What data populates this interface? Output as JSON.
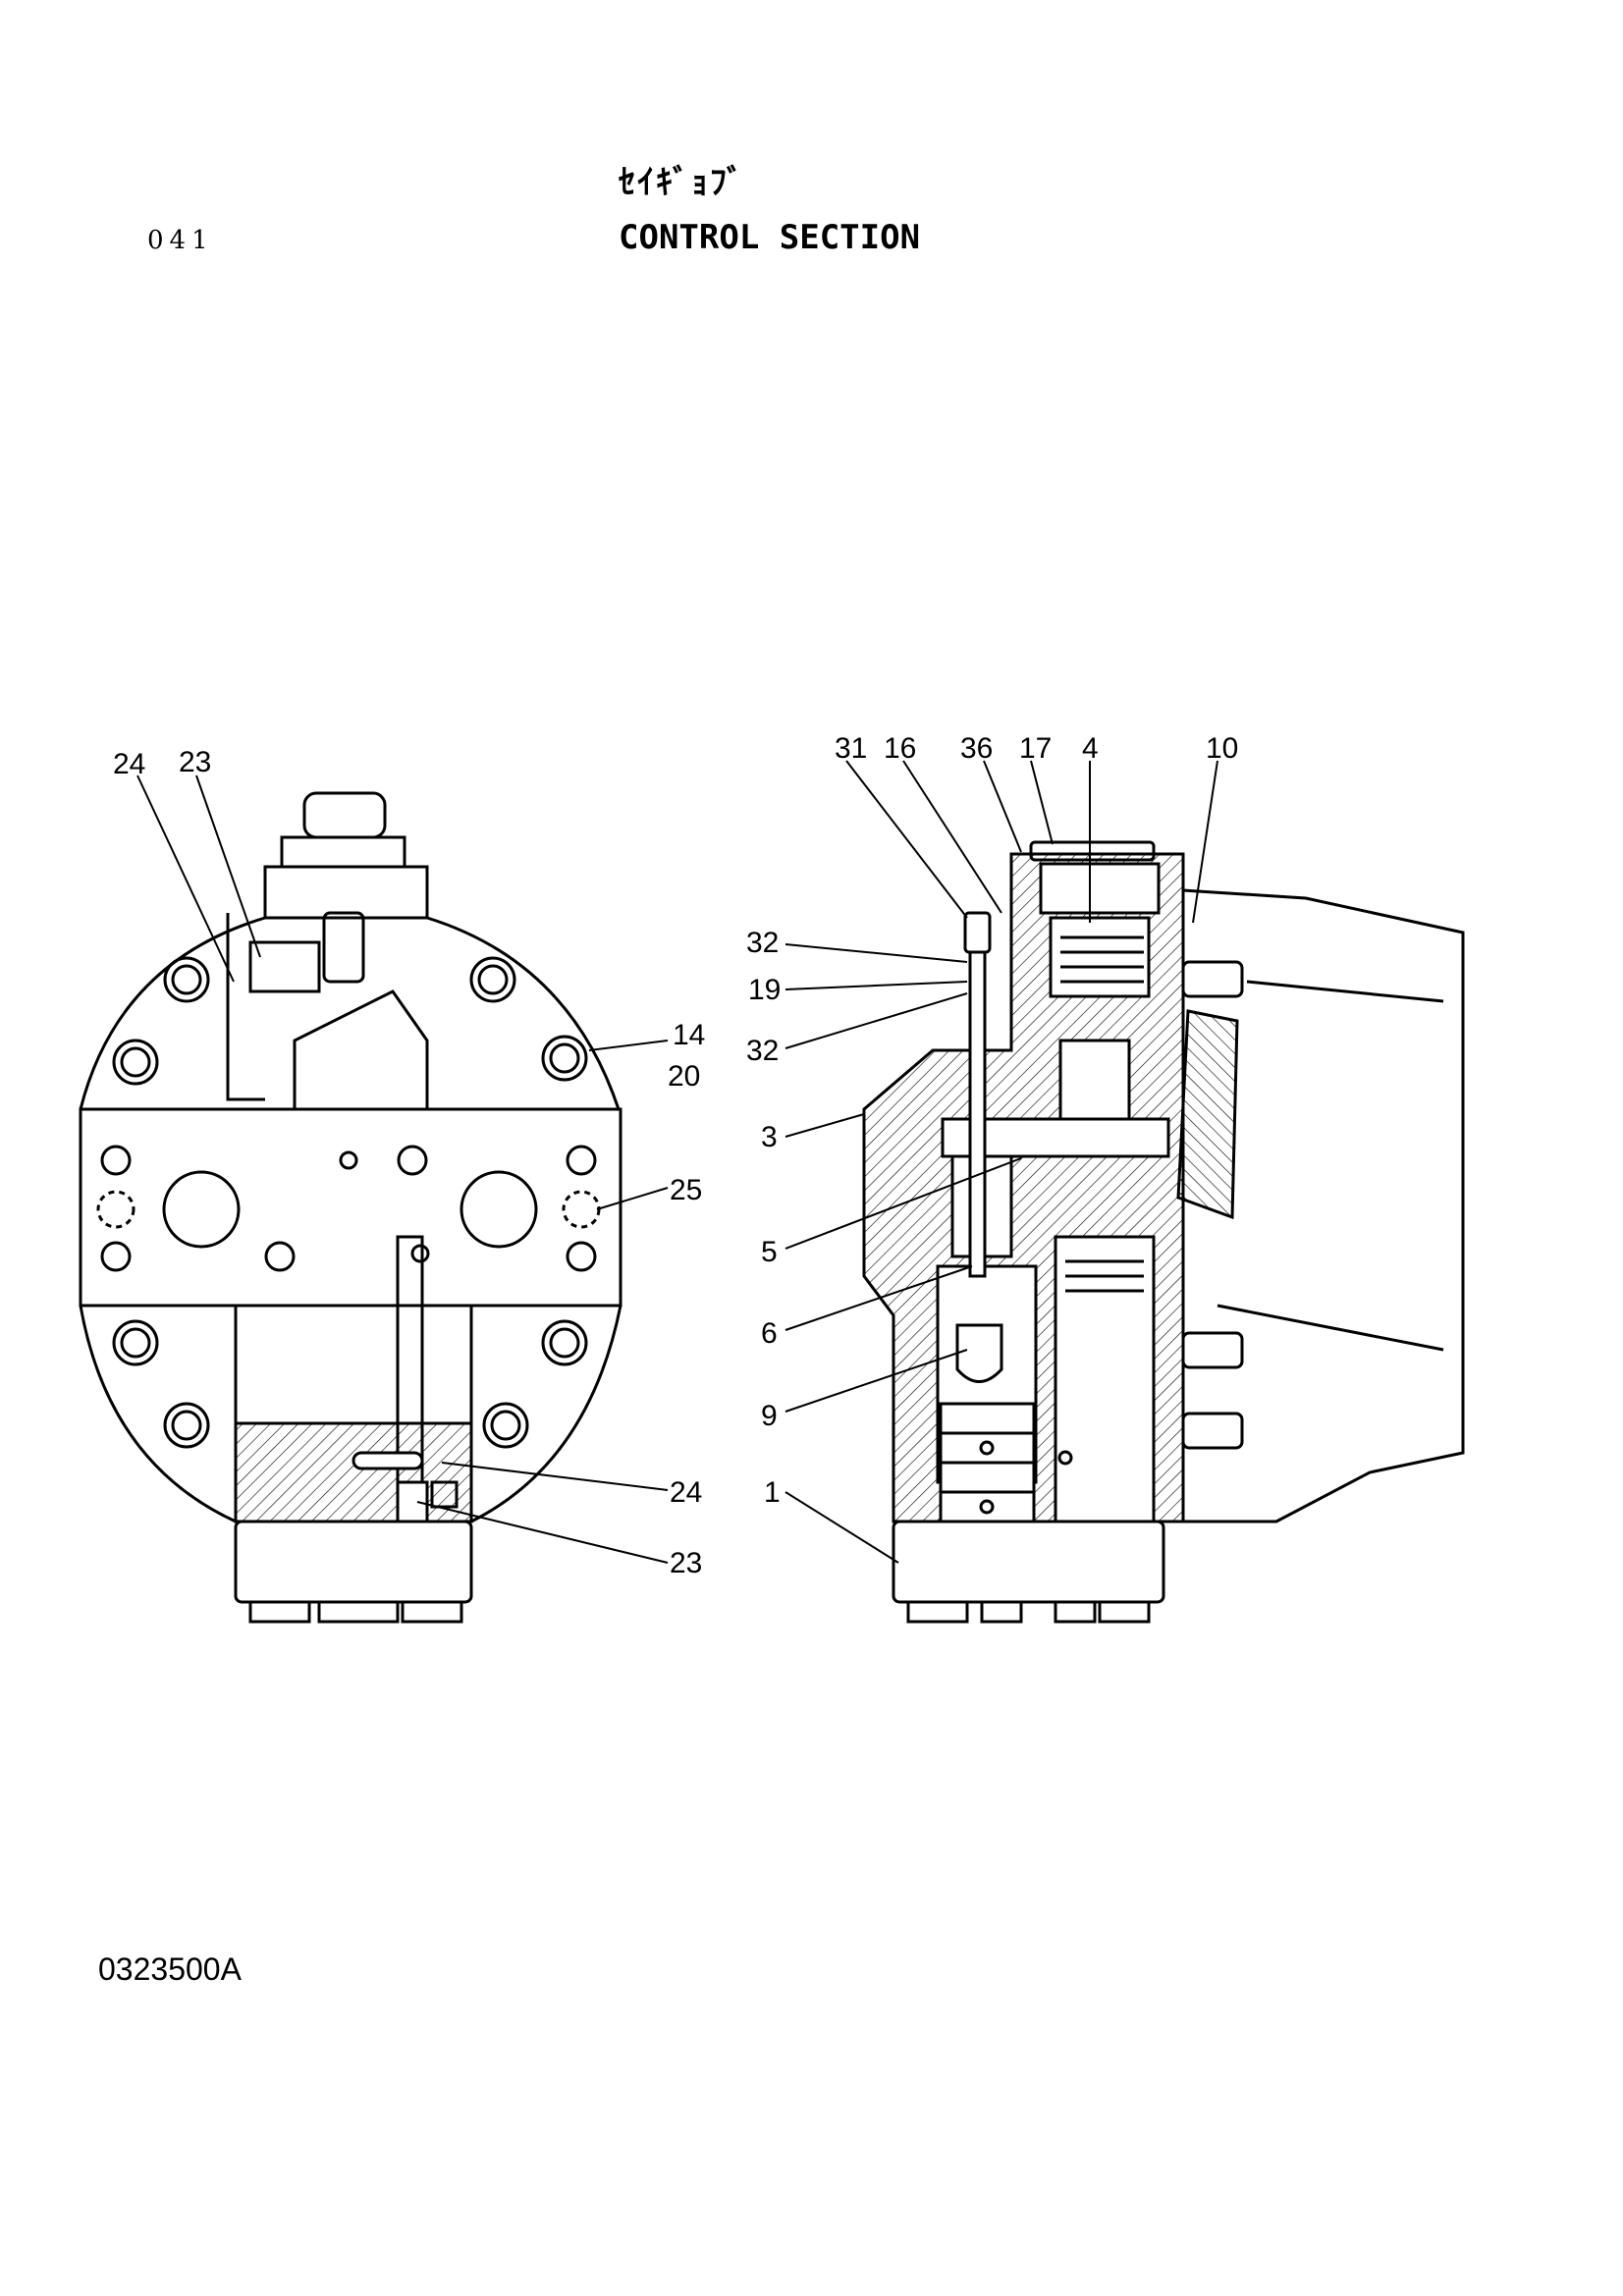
{
  "header": {
    "kana_title": "ｾｲｷﾞｮﾌﾞ",
    "title": "CONTROL SECTION",
    "page_number": "041"
  },
  "footer": {
    "drawing_code": "0323500A"
  },
  "callouts": {
    "left_24_top": "24",
    "left_23_top": "23",
    "left_14": "14",
    "left_20": "20",
    "left_25": "25",
    "left_24_bottom": "24",
    "left_23_bottom": "23",
    "right_31": "31",
    "right_16": "16",
    "right_36": "36",
    "right_17": "17",
    "right_4": "4",
    "right_10": "10",
    "right_32_a": "32",
    "right_19": "19",
    "right_32_b": "32",
    "right_3": "3",
    "right_5": "5",
    "right_6": "6",
    "right_9": "9",
    "right_1": "1"
  }
}
